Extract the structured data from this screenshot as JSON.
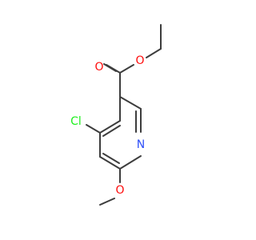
{
  "molecule": {
    "atoms": {
      "carbonyl_oxygen": "O",
      "ester_oxygen": "O",
      "chlorine": "Cl",
      "ring_nitrogen": "N",
      "methoxy_oxygen": "O"
    },
    "colors": {
      "bond": "#3d3d3d",
      "oxygen": "#ff0d0d",
      "nitrogen": "#3050f8",
      "chlorine": "#1ff01f"
    }
  }
}
